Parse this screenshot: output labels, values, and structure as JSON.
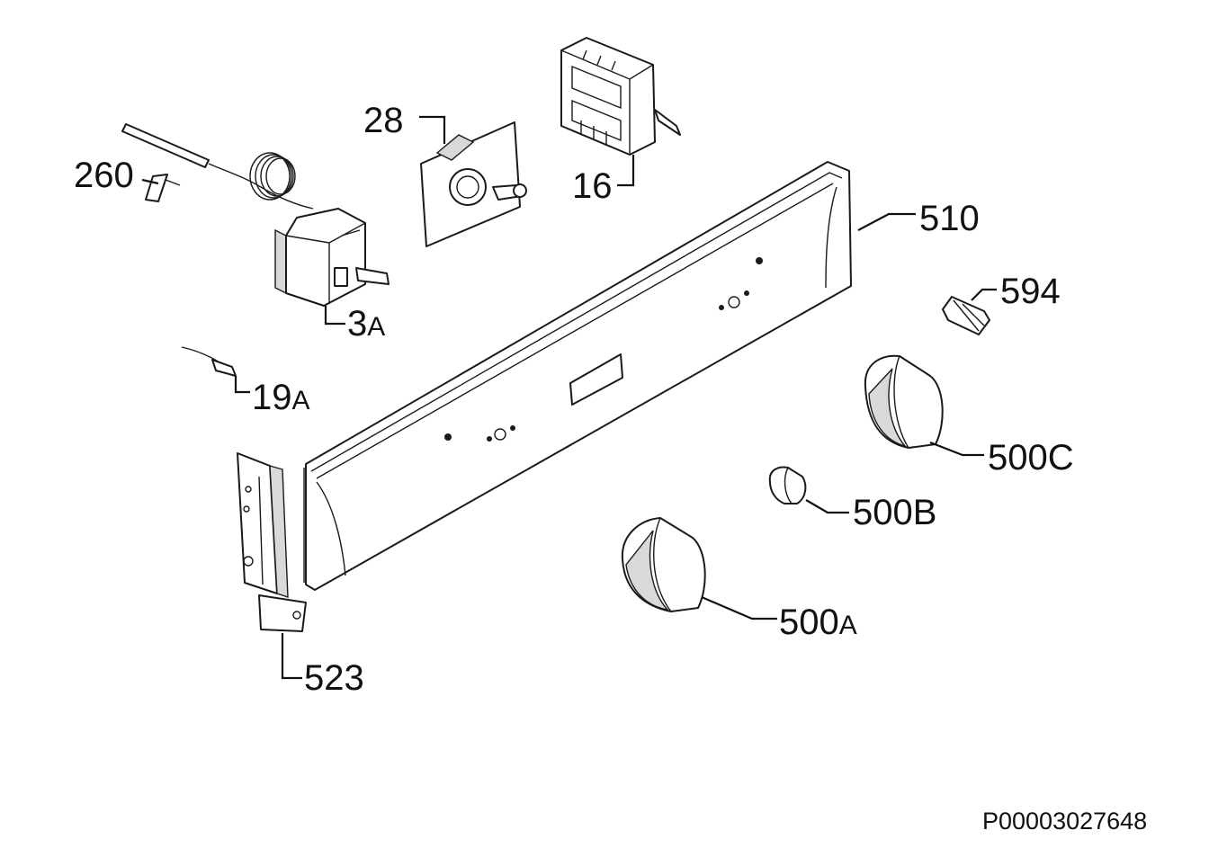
{
  "colors": {
    "line": "#111111",
    "paper": "#ffffff",
    "shade": "#d9d9d9"
  },
  "labels": {
    "p260": "260",
    "p28": "28",
    "p16": "16",
    "p510": "510",
    "p594": "594",
    "p3a_num": "3",
    "p3a_suffix": "A",
    "p19a_num": "19",
    "p19a_suffix": "A",
    "p500c": "500C",
    "p500b": "500B",
    "p500a_num": "500",
    "p500a_suffix": "A",
    "p523": "523"
  },
  "document_code": "P00003027648"
}
